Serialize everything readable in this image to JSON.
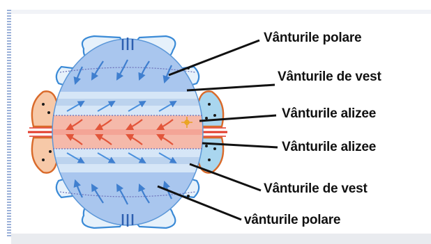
{
  "labels": {
    "polar_north": "Vânturile polare",
    "west_north": "Vânturile de vest",
    "trade_north": "Vânturile alizee",
    "trade_south": "Vânturile alizee",
    "west_south": "Vânturile de vest",
    "polar_south": "vânturile polare"
  },
  "colors": {
    "polar_zone": "#a9c6ee",
    "westerly_zone": "#cfe2f6",
    "trade_zone": "#f3b6a6",
    "cold_arrow": "#3f7fcf",
    "warm_arrow": "#e2553a",
    "cell_outline": "#3a8ad6",
    "leader_line": "#111111"
  }
}
